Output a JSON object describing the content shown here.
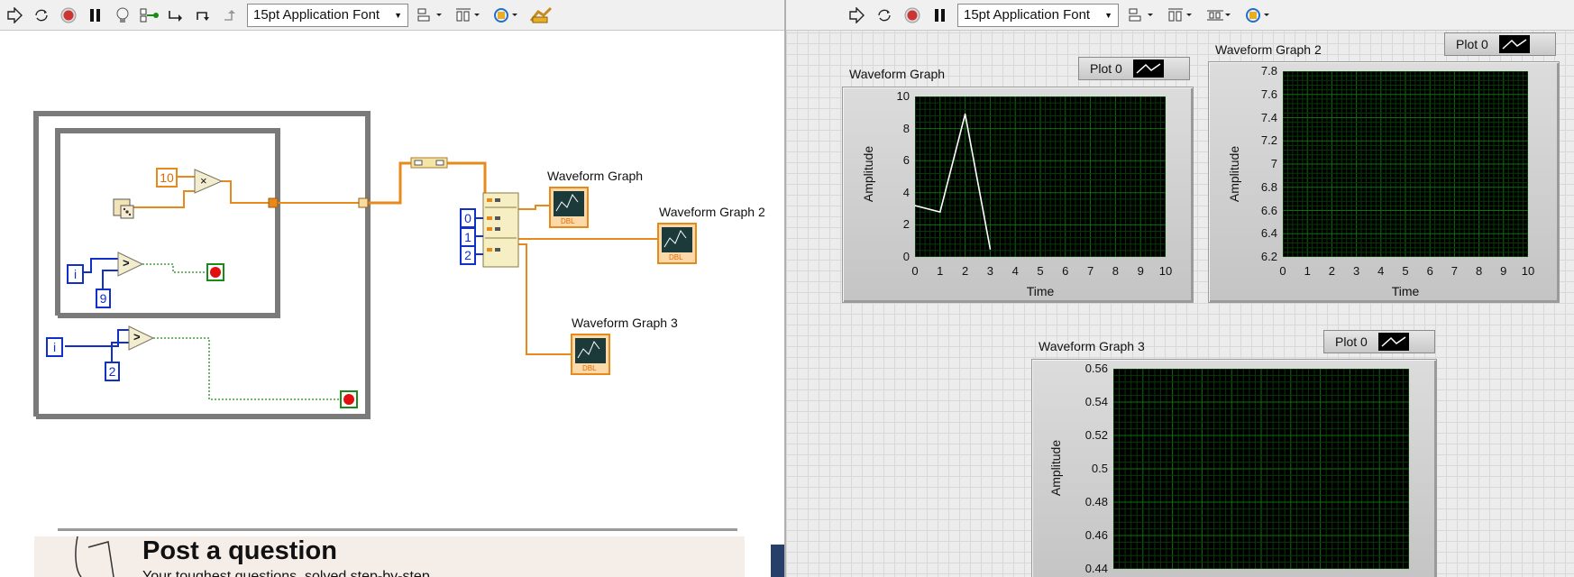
{
  "toolbar_left": {
    "font_label": "15pt Application Font"
  },
  "toolbar_right": {
    "font_label": "15pt Application Font"
  },
  "block_diagram": {
    "constants": {
      "multiplier": "10",
      "compare_inner": "9",
      "compare_outer": "2",
      "index0": "0",
      "index1": "1",
      "index2": "2",
      "iter_inner": "i",
      "iter_outer": "i"
    },
    "multiply_symbol": "×",
    "compare_symbol": ">",
    "terminal_labels": {
      "graph1": "Waveform Graph",
      "graph2": "Waveform Graph 2",
      "graph3": "Waveform Graph 3"
    },
    "terminal_type": "DBL"
  },
  "banner": {
    "title": "Post a question",
    "subtitle": "Your toughest questions, solved step-by-step"
  },
  "front_panel": {
    "graphs": [
      {
        "label": "Waveform Graph",
        "legend": "Plot 0",
        "x_title": "Time",
        "y_title": "Amplitude",
        "x_ticks": [
          "0",
          "1",
          "2",
          "3",
          "4",
          "5",
          "6",
          "7",
          "8",
          "9",
          "10"
        ],
        "y_ticks": [
          "10",
          "8",
          "6",
          "4",
          "2",
          "0"
        ]
      },
      {
        "label": "Waveform Graph 2",
        "legend": "Plot 0",
        "x_title": "Time",
        "y_title": "Amplitude",
        "x_ticks": [
          "0",
          "1",
          "2",
          "3",
          "4",
          "5",
          "6",
          "7",
          "8",
          "9",
          "10"
        ],
        "y_ticks": [
          "7.8",
          "7.6",
          "7.4",
          "7.2",
          "7",
          "6.8",
          "6.6",
          "6.4",
          "6.2"
        ]
      },
      {
        "label": "Waveform Graph 3",
        "legend": "Plot 0",
        "x_title": "",
        "y_title": "Amplitude",
        "x_ticks": [],
        "y_ticks": [
          "0.56",
          "0.54",
          "0.52",
          "0.5",
          "0.48",
          "0.46",
          "0.44"
        ]
      }
    ]
  },
  "chart_data": [
    {
      "type": "line",
      "title": "Waveform Graph",
      "xlabel": "Time",
      "ylabel": "Amplitude",
      "xlim": [
        0,
        10
      ],
      "ylim": [
        0,
        10
      ],
      "grid": true,
      "legend": "top-right",
      "series": [
        {
          "name": "Plot 0",
          "x": [
            0,
            1,
            2,
            3
          ],
          "y": [
            3.2,
            2.8,
            8.9,
            0.5
          ],
          "color": "#ffffff"
        }
      ]
    },
    {
      "type": "line",
      "title": "Waveform Graph 2",
      "xlabel": "Time",
      "ylabel": "Amplitude",
      "xlim": [
        0,
        10
      ],
      "ylim": [
        6.2,
        7.8
      ],
      "grid": true,
      "legend": "top-right",
      "series": [
        {
          "name": "Plot 0",
          "x": [],
          "y": [],
          "color": "#ffffff"
        }
      ]
    },
    {
      "type": "line",
      "title": "Waveform Graph 3",
      "xlabel": "",
      "ylabel": "Amplitude",
      "ylim": [
        0.44,
        0.56
      ],
      "grid": true,
      "legend": "top-right",
      "series": [
        {
          "name": "Plot 0",
          "x": [],
          "y": [],
          "color": "#ffffff"
        }
      ]
    }
  ],
  "colors": {
    "plot_bg": "#000000",
    "grid_major": "#0f6e0f",
    "grid_minor": "#083808",
    "wire_numeric": "#e8891c",
    "wire_int": "#1030c8",
    "wire_bool": "#1a8a1a"
  }
}
